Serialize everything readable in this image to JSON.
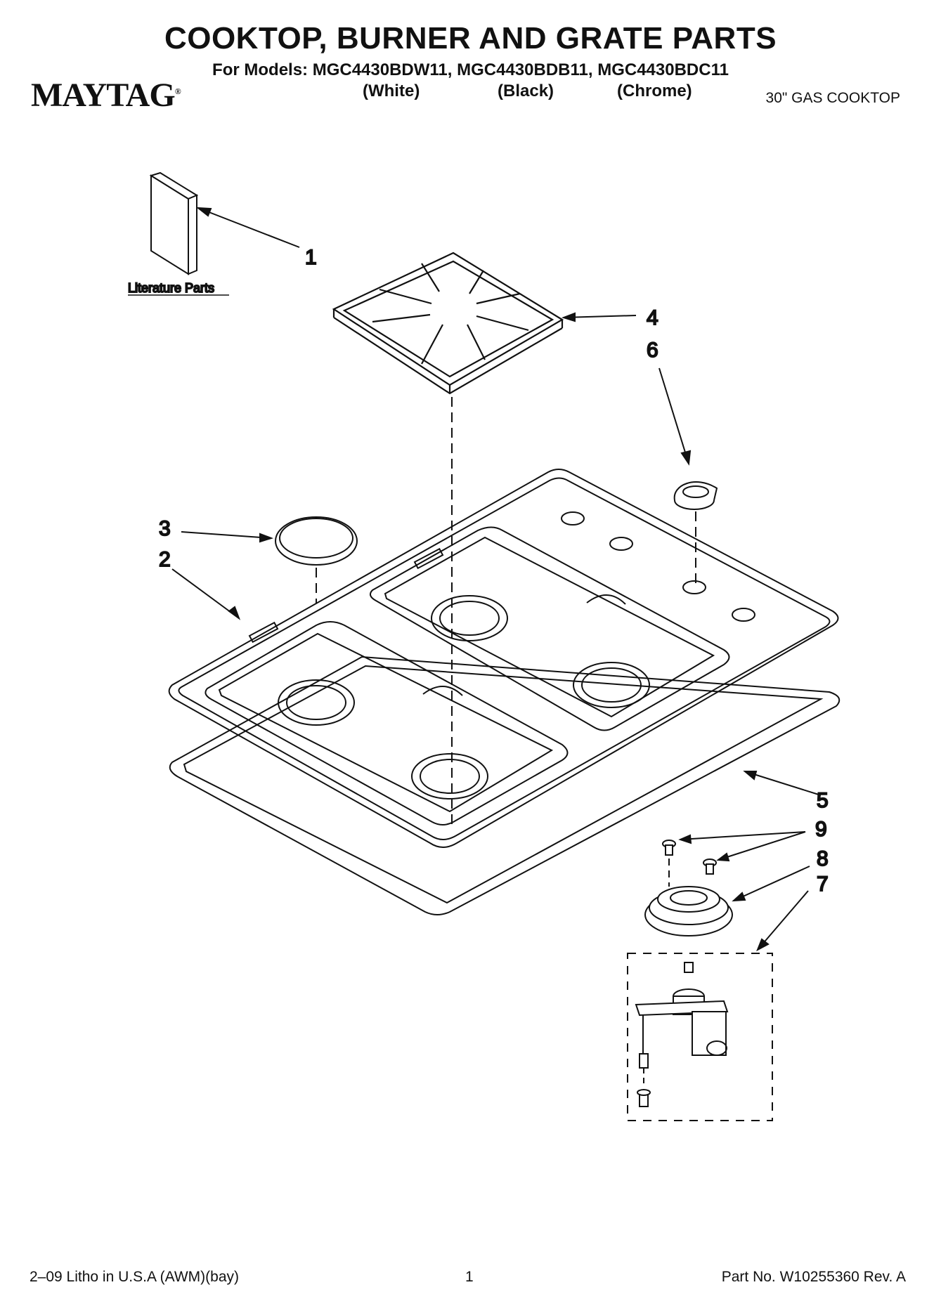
{
  "header": {
    "title": "COOKTOP, BURNER AND GRATE PARTS",
    "models_line": "For Models: MGC4430BDW11, MGC4430BDB11, MGC4430BDC11",
    "variants": [
      "(White)",
      "(Black)",
      "(Chrome)"
    ],
    "brand": "MAYTAG",
    "product_type": "30\" GAS COOKTOP"
  },
  "diagram": {
    "literature_label": "Literature Parts",
    "callouts": [
      "1",
      "2",
      "3",
      "4",
      "5",
      "6",
      "7",
      "8",
      "9"
    ]
  },
  "footer": {
    "litho": "2–09 Litho in U.S.A (AWM)(bay)",
    "page_number": "1",
    "part_number": "Part No. W10255360 Rev. A"
  }
}
